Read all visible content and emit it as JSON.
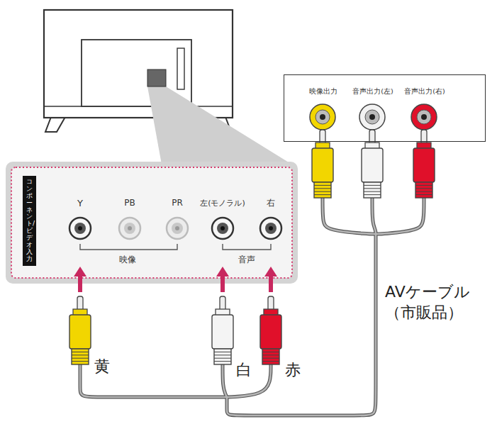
{
  "diagram": {
    "nodes": [
      {
        "text": [
          "Y",
          "PB",
          "PR",
          "左(モノラル)",
          "右",
          "映像",
          "音声"
        ]
      },
      {
        "text": [
          "コンポーネント/ビデオ入力"
        ],
        "in": 0
      },
      {
        "text": [
          "映像出力",
          "音声出力(左)",
          "音声出力(右)"
        ]
      }
    ],
    "labels": [
      "黄",
      "白",
      "赤",
      "AVケーブル （市販品）"
    ]
  }
}
